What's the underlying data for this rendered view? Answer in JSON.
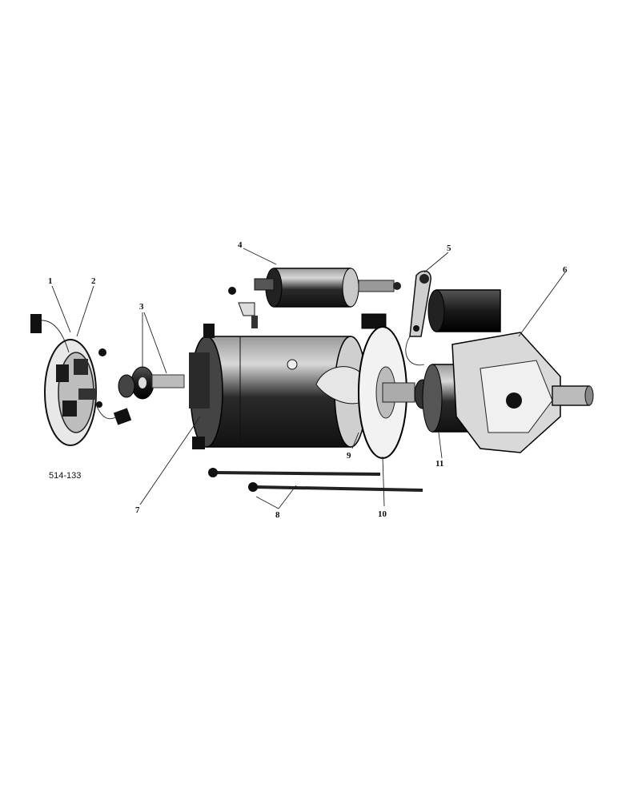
{
  "figure_id": "514-133",
  "callouts": {
    "c1": "1",
    "c2": "2",
    "c3": "3",
    "c4": "4",
    "c5": "5",
    "c6": "6",
    "c7": "7",
    "c8": "8",
    "c9": "9",
    "c10": "10",
    "c11": "11"
  },
  "colors": {
    "ink": "#111111",
    "paper": "#ffffff",
    "shade": "#3a3a3a"
  }
}
